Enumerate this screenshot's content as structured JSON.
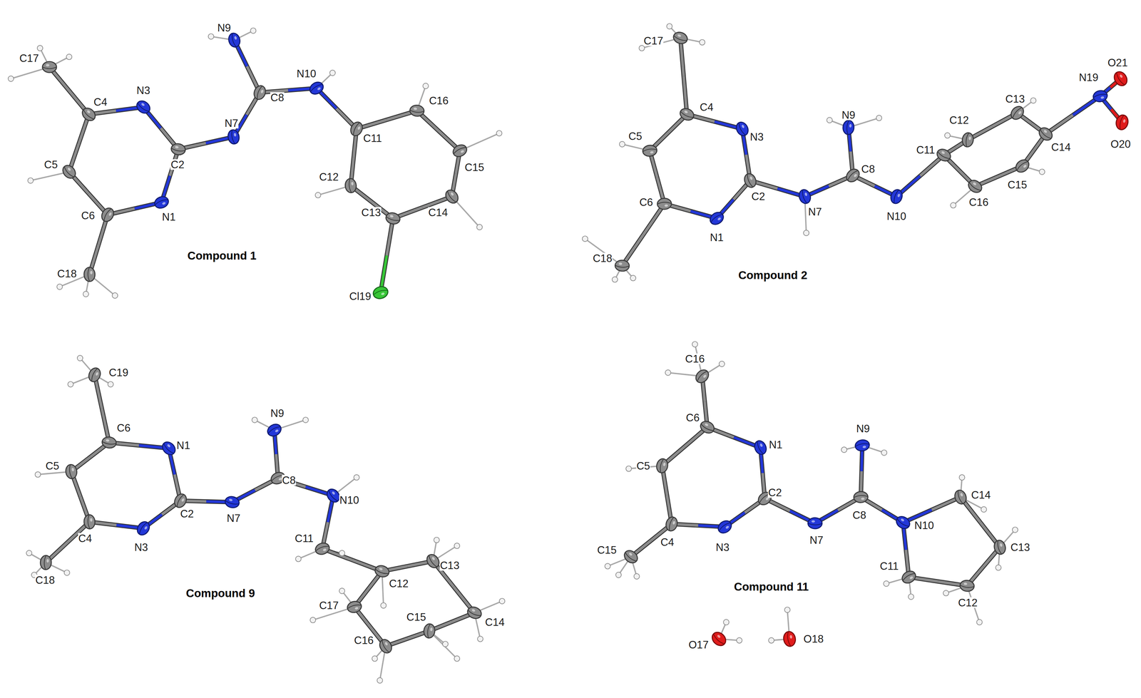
{
  "diagram": {
    "labels": [
      "C17",
      "N3",
      "N9",
      "C8",
      "N10",
      "C16",
      "C4",
      "N7",
      "C11",
      "C15",
      "C2",
      "C5",
      "C12",
      "C6",
      "N1",
      "C13",
      "C14",
      "C18",
      "Compound 1",
      "Cl19",
      "C17",
      "O21",
      "N9",
      "C13",
      "N19",
      "C4",
      "N3",
      "C12",
      "C8",
      "C5",
      "C11",
      "C2",
      "O20",
      "C15",
      "C6",
      "C16",
      "N7",
      "N10",
      "N1",
      "C18",
      "C14",
      "Compound 2",
      "C19",
      "N9",
      "C6",
      "N1",
      "C5",
      "C2",
      "C8",
      "N7",
      "N10",
      "C4",
      "N3",
      "C11",
      "C12",
      "C13",
      "C18",
      "Compound 9",
      "C17",
      "C14",
      "C16",
      "C15",
      "C16",
      "N9",
      "C6",
      "N1",
      "C5",
      "C2",
      "C8",
      "N10",
      "C14",
      "C4",
      "N3",
      "N7",
      "C15",
      "C13",
      "Compound 11",
      "C11",
      "C12",
      "O17",
      "O18"
    ]
  }
}
